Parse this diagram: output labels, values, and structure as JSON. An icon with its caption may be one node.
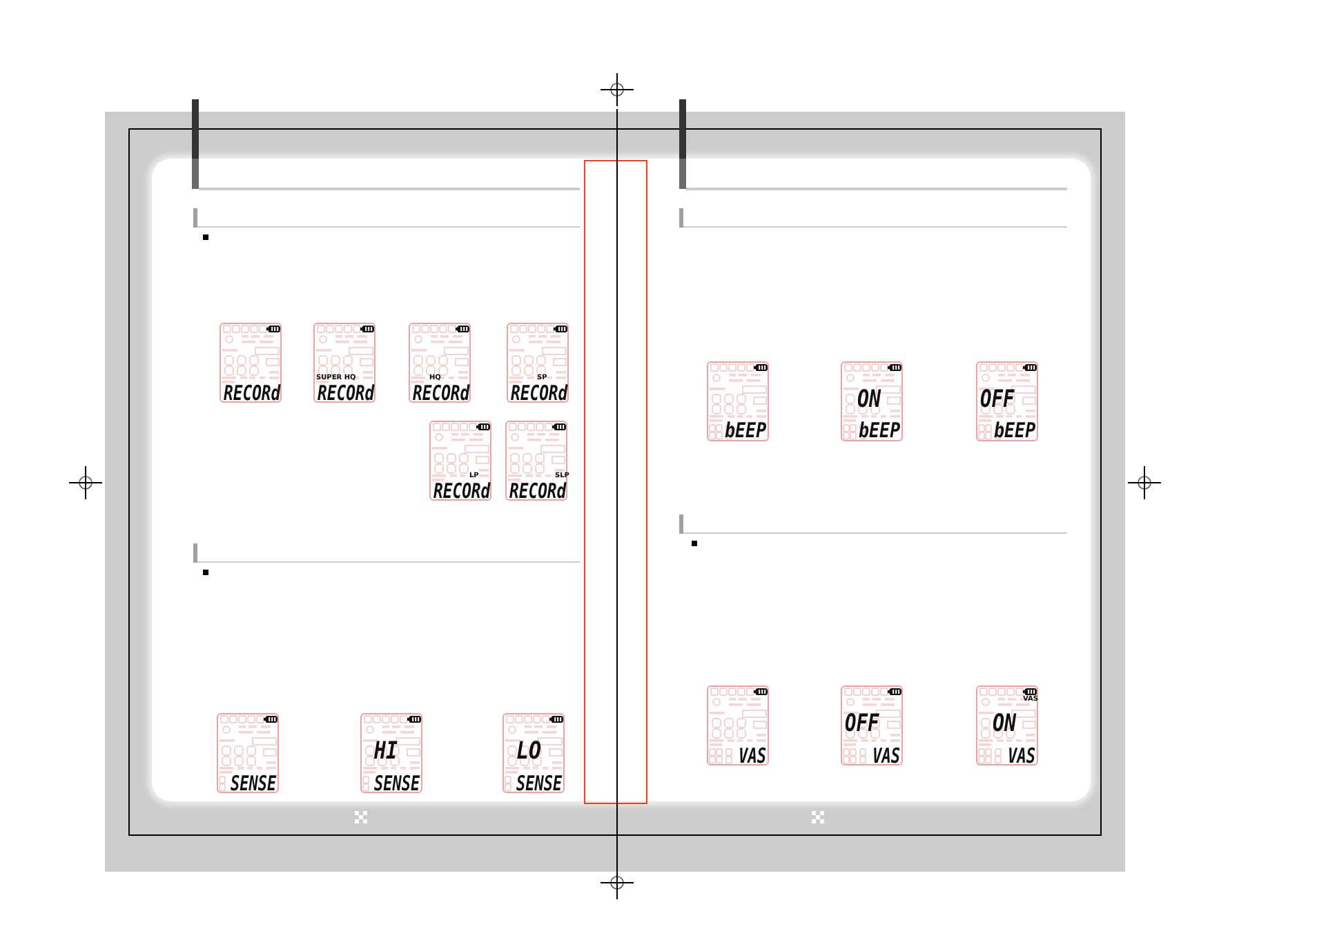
{
  "diagram": {
    "nodes": [
      {
        "text": [
          "RECORd"
        ]
      },
      {
        "text": [
          "SUPER HQ",
          "RECORd"
        ]
      },
      {
        "text": [
          "HQ",
          "RECORd"
        ]
      },
      {
        "text": [
          "SP",
          "RECORd"
        ]
      },
      {
        "text": [
          "LP",
          "RECORd"
        ]
      },
      {
        "text": [
          "SLP",
          "RECORd"
        ]
      },
      {
        "text": [
          "SENSE"
        ]
      },
      {
        "text": [
          "HI",
          "SENSE"
        ]
      },
      {
        "text": [
          "LO",
          "SENSE"
        ]
      },
      {
        "text": [
          "bEEP"
        ]
      },
      {
        "text": [
          "ON",
          "bEEP"
        ]
      },
      {
        "text": [
          "OFF",
          "bEEP"
        ]
      },
      {
        "text": [
          "VAS"
        ]
      },
      {
        "text": [
          "OFF",
          "VAS"
        ]
      },
      {
        "text": [
          "VAS",
          "ON",
          "VAS"
        ]
      }
    ]
  }
}
